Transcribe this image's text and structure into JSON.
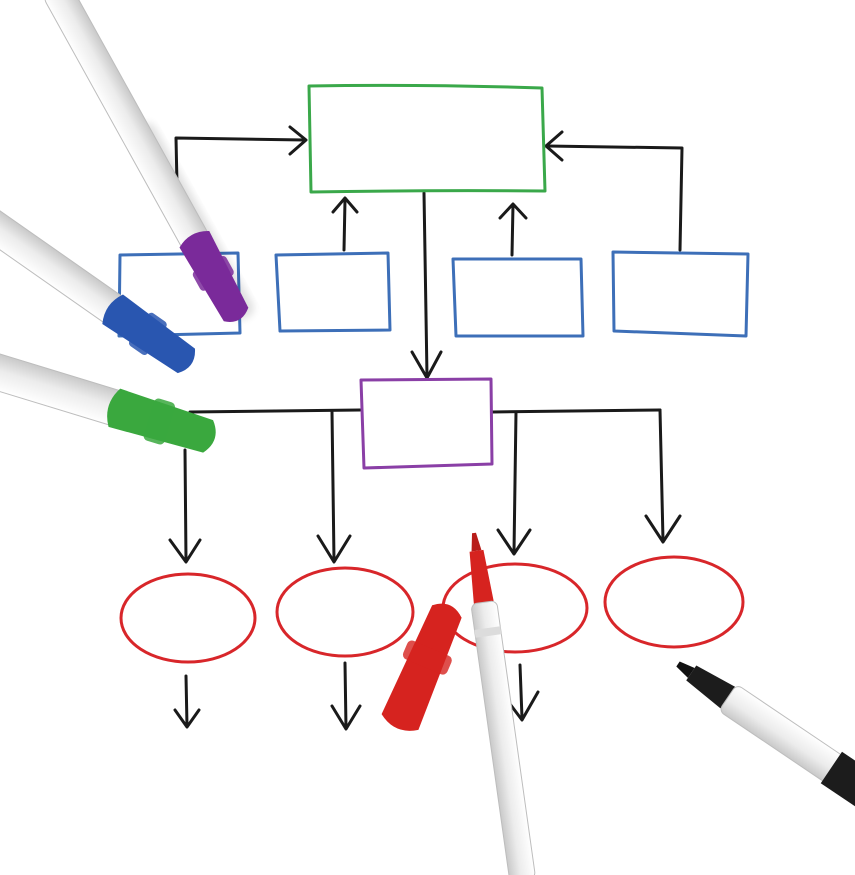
{
  "image": {
    "subject": "whiteboard-flowchart-with-markers"
  },
  "colors": {
    "board": "#ffffff",
    "connector": "#1a1a1a",
    "top_box": "#3aa84a",
    "middle_row_boxes": "#3d6fb8",
    "center_box": "#8a3fa6",
    "bottom_ellipses": "#d8262a",
    "marker_purple": "#7a2a9a",
    "marker_blue": "#2956b0",
    "marker_green": "#3aa83e",
    "marker_red": "#d6231f",
    "marker_black": "#1c1c1c",
    "marker_body": "#f2f2f2"
  },
  "markers": [
    {
      "name": "purple-marker",
      "color": "marker_purple"
    },
    {
      "name": "blue-marker",
      "color": "marker_blue"
    },
    {
      "name": "green-marker",
      "color": "marker_green"
    },
    {
      "name": "red-marker",
      "color": "marker_red"
    },
    {
      "name": "red-marker-cap",
      "color": "marker_red"
    },
    {
      "name": "black-marker",
      "color": "marker_black"
    }
  ]
}
